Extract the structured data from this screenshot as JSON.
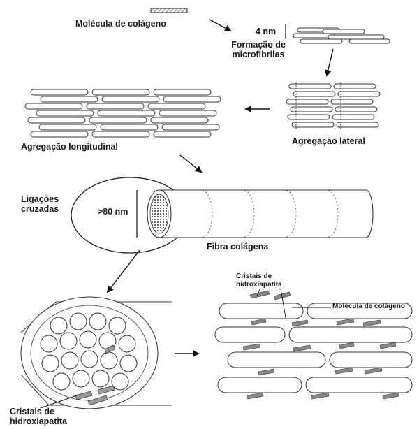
{
  "labels": {
    "molecule": "Molécula de colágeno",
    "scale_4nm": "4 nm",
    "microfibril_line1": "Formação de",
    "microfibril_line2": "microfibrilas",
    "lateral": "Agregação lateral",
    "longitudinal": "Agregação longitudinal",
    "crosslinks_line1": "Ligações",
    "crosslinks_line2": "cruzadas",
    "scale_80nm": ">80 nm",
    "fiber": "Fibra colágena",
    "crystals_a_line1": "Cristais de",
    "crystals_a_line2": "hidroxiapatita",
    "molecule_b": "Molécula de colágeno",
    "crystals_b_line1": "Cristais de",
    "crystals_b_line2": "hidroxiapatita"
  }
}
